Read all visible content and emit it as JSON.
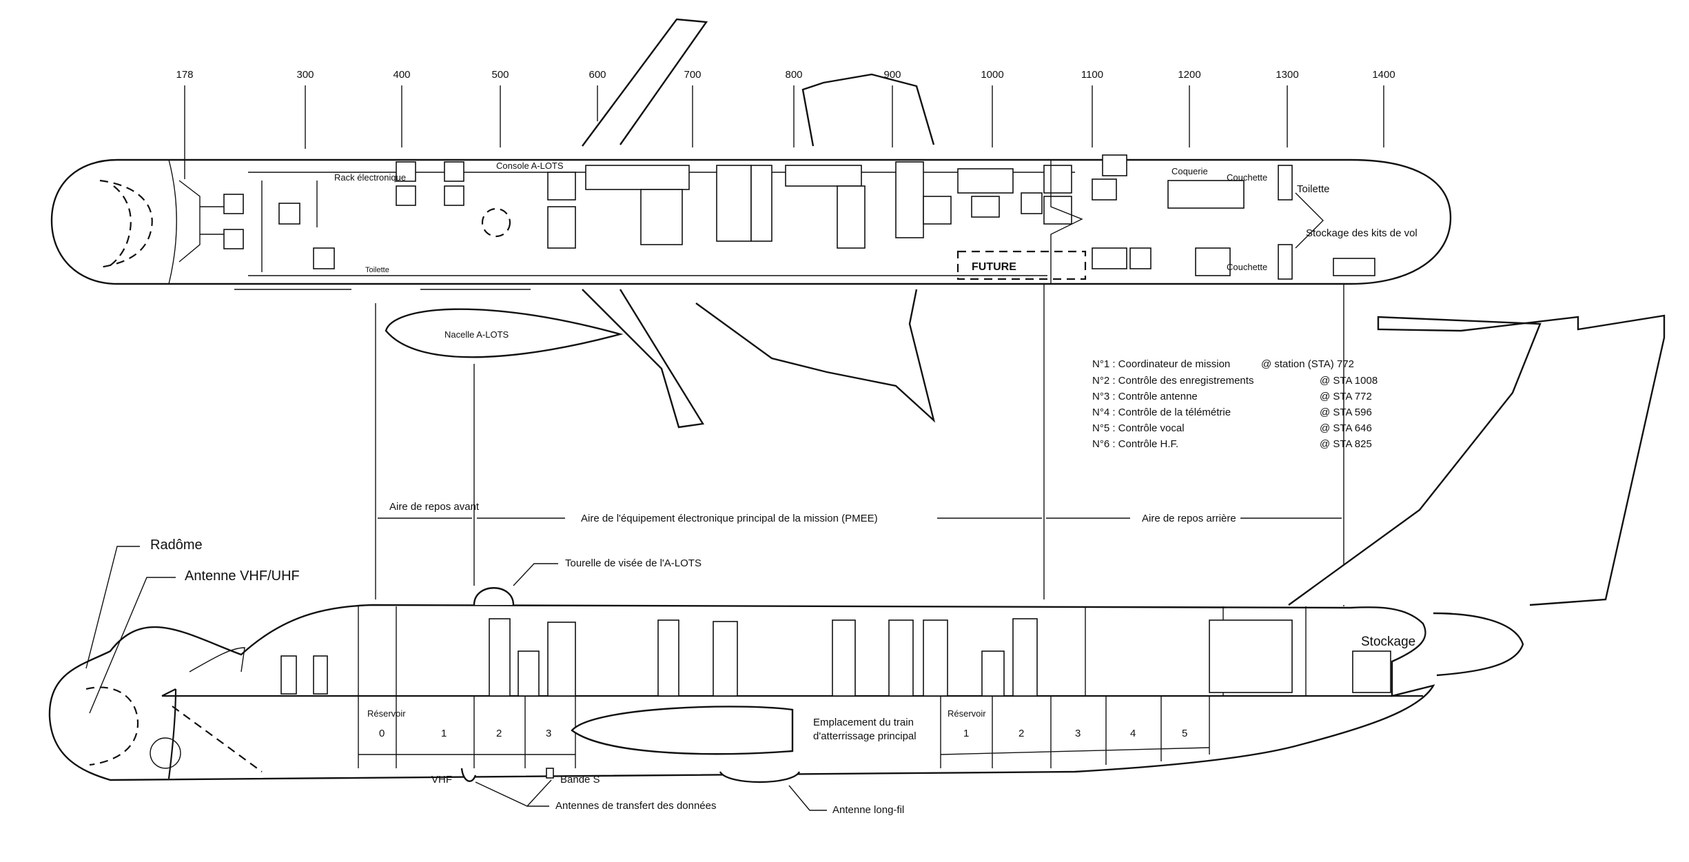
{
  "stations": [
    "178",
    "300",
    "400",
    "500",
    "600",
    "700",
    "800",
    "900",
    "1000",
    "1100",
    "1200",
    "1300",
    "1400"
  ],
  "top_view": {
    "labels": {
      "rack": "Rack électronique",
      "console": "Console A-LOTS",
      "toilet_fwd": "Toilette",
      "coquerie": "Coquerie",
      "couchette_1": "Couchette",
      "couchette_2": "Couchette",
      "toilette": "Toilette",
      "stockage_kits": "Stockage des kits de vol",
      "future": "FUTURE",
      "nacelle": "Nacelle A-LOTS"
    }
  },
  "legend": [
    {
      "role": "N°1 : Coordinateur de mission",
      "sta": "@ station (STA) 772"
    },
    {
      "role": "N°2 : Contrôle des enregistrements",
      "sta": "@ STA 1008"
    },
    {
      "role": "N°3 : Contrôle antenne",
      "sta": "@ STA 772"
    },
    {
      "role": "N°4 : Contrôle de la télémétrie",
      "sta": "@ STA 596"
    },
    {
      "role": "N°5 : Contrôle vocal",
      "sta": "@ STA 646"
    },
    {
      "role": "N°6 : Contrôle H.F.",
      "sta": "@ STA 825"
    }
  ],
  "areas": {
    "fwd_rest": "Aire de repos avant",
    "pmee": "Aire de l'équipement électronique principal de la mission (PMEE)",
    "aft_rest": "Aire de repos arrière"
  },
  "side_view": {
    "callouts": {
      "radome": "Radôme",
      "vhf_uhf": "Antenne VHF/UHF",
      "tourelle": "Tourelle de visée de l'A-LOTS",
      "vhf": "VHF",
      "bande_s": "Bande S",
      "data_antennas": "Antennes de transfert des données",
      "long_wire": "Antenne long-fil",
      "stockage": "Stockage",
      "landing_gear": "Emplacement du train d'atterrissage principal"
    },
    "tanks_fwd": {
      "title": "Réservoir",
      "numbers": [
        "0",
        "1",
        "2",
        "3"
      ]
    },
    "tanks_aft": {
      "title": "Réservoir",
      "numbers": [
        "1",
        "2",
        "3",
        "4",
        "5"
      ]
    }
  }
}
